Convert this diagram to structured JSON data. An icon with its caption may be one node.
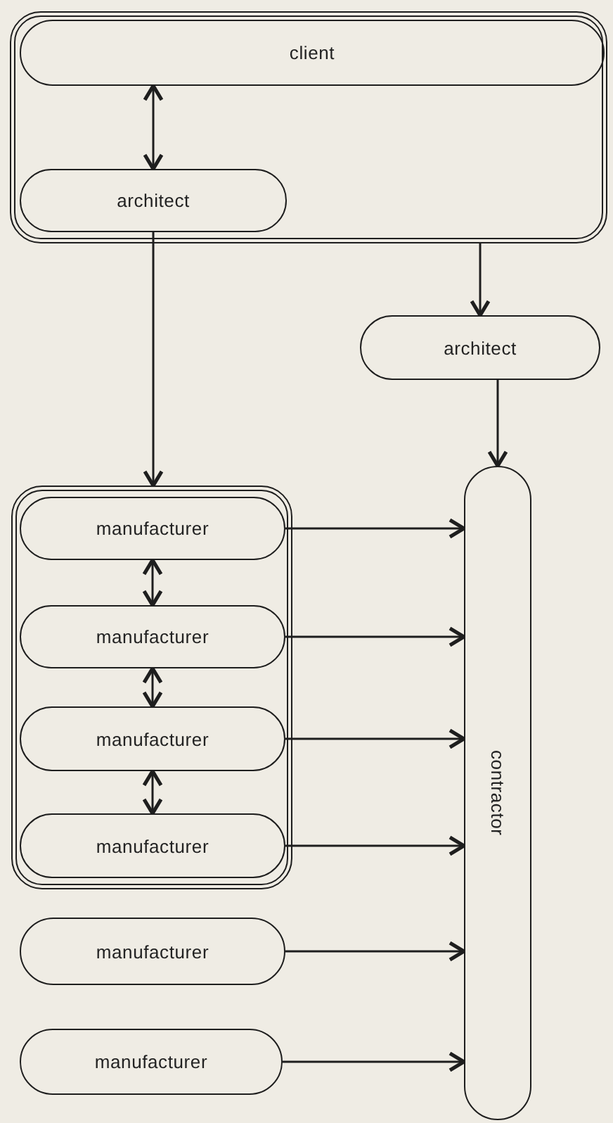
{
  "diagram": {
    "nodes": [
      {
        "text": [],
        "shape": "box"
      },
      {
        "text": [
          "client"
        ],
        "in": 0
      },
      {
        "text": [
          "architect"
        ],
        "in": 0
      },
      {
        "text": [
          "architect"
        ]
      },
      {
        "text": [],
        "shape": "box"
      },
      {
        "text": [
          "manufacturer"
        ],
        "in": 4
      },
      {
        "text": [
          "manufacturer"
        ],
        "in": 4
      },
      {
        "text": [
          "manufacturer"
        ],
        "in": 4
      },
      {
        "text": [
          "manufacturer"
        ],
        "in": 4
      },
      {
        "text": [
          "manufacturer"
        ]
      },
      {
        "text": [
          "manufacturer"
        ]
      },
      {
        "text": [
          "contractor"
        ]
      }
    ],
    "edges": [
      {
        "from": 1,
        "to": 2,
        "arrow": "both"
      },
      {
        "from": 2,
        "to": 4,
        "arrow": "to"
      },
      {
        "from": 0,
        "to": 3,
        "arrow": "to"
      },
      {
        "from": 3,
        "to": 11,
        "arrow": "to"
      },
      {
        "from": 5,
        "to": 6,
        "arrow": "both"
      },
      {
        "from": 6,
        "to": 7,
        "arrow": "both"
      },
      {
        "from": 7,
        "to": 8,
        "arrow": "both"
      },
      {
        "from": 5,
        "to": 11,
        "arrow": "to"
      },
      {
        "from": 6,
        "to": 11,
        "arrow": "to"
      },
      {
        "from": 7,
        "to": 11,
        "arrow": "to"
      },
      {
        "from": 8,
        "to": 11,
        "arrow": "to"
      },
      {
        "from": 9,
        "to": 11,
        "arrow": "to"
      },
      {
        "from": 10,
        "to": 11,
        "arrow": "to"
      }
    ]
  }
}
